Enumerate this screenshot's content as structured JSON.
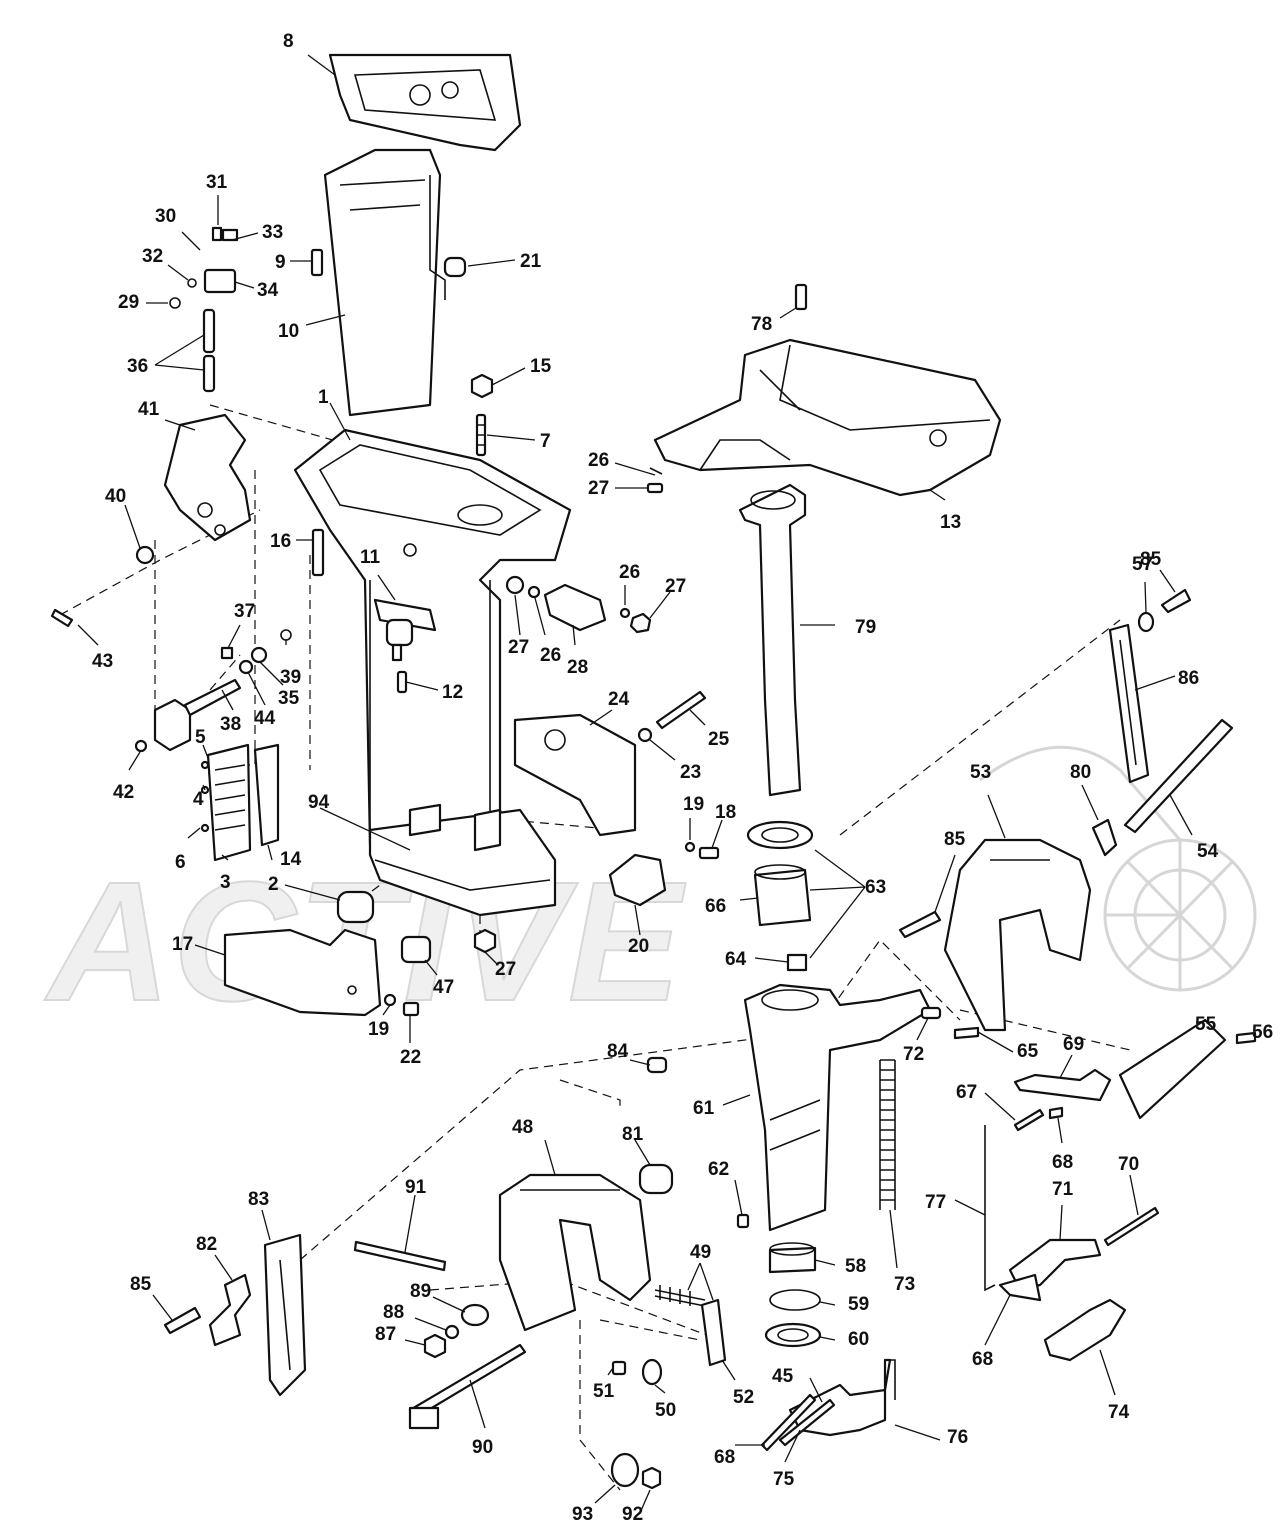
{
  "watermark": "ACTIVE",
  "callouts": [
    {
      "id": "c8",
      "label": "8"
    },
    {
      "id": "c31",
      "label": "31"
    },
    {
      "id": "c30",
      "label": "30"
    },
    {
      "id": "c33",
      "label": "33"
    },
    {
      "id": "c32",
      "label": "32"
    },
    {
      "id": "c9",
      "label": "9"
    },
    {
      "id": "c21",
      "label": "21"
    },
    {
      "id": "c29",
      "label": "29"
    },
    {
      "id": "c34",
      "label": "34"
    },
    {
      "id": "c10",
      "label": "10"
    },
    {
      "id": "c36",
      "label": "36"
    },
    {
      "id": "c78",
      "label": "78"
    },
    {
      "id": "c15",
      "label": "15"
    },
    {
      "id": "c41",
      "label": "41"
    },
    {
      "id": "c1",
      "label": "1"
    },
    {
      "id": "c7",
      "label": "7"
    },
    {
      "id": "c26a",
      "label": "26"
    },
    {
      "id": "c27a",
      "label": "27"
    },
    {
      "id": "c13",
      "label": "13"
    },
    {
      "id": "c40",
      "label": "40"
    },
    {
      "id": "c16",
      "label": "16"
    },
    {
      "id": "c11",
      "label": "11"
    },
    {
      "id": "c26b",
      "label": "26"
    },
    {
      "id": "c27b",
      "label": "27"
    },
    {
      "id": "c57",
      "label": "57"
    },
    {
      "id": "c85a",
      "label": "85"
    },
    {
      "id": "c43",
      "label": "43"
    },
    {
      "id": "c37",
      "label": "37"
    },
    {
      "id": "c27c",
      "label": "27"
    },
    {
      "id": "c26c",
      "label": "26"
    },
    {
      "id": "c28",
      "label": "28"
    },
    {
      "id": "c79",
      "label": "79"
    },
    {
      "id": "c39",
      "label": "39"
    },
    {
      "id": "c35",
      "label": "35"
    },
    {
      "id": "c44",
      "label": "44"
    },
    {
      "id": "c38",
      "label": "38"
    },
    {
      "id": "c12",
      "label": "12"
    },
    {
      "id": "c86",
      "label": "86"
    },
    {
      "id": "c24",
      "label": "24"
    },
    {
      "id": "c25",
      "label": "25"
    },
    {
      "id": "c5",
      "label": "5"
    },
    {
      "id": "c42",
      "label": "42"
    },
    {
      "id": "c23",
      "label": "23"
    },
    {
      "id": "c4",
      "label": "4"
    },
    {
      "id": "c53",
      "label": "53"
    },
    {
      "id": "c80",
      "label": "80"
    },
    {
      "id": "c19a",
      "label": "19"
    },
    {
      "id": "c18",
      "label": "18"
    },
    {
      "id": "c94",
      "label": "94"
    },
    {
      "id": "c85b",
      "label": "85"
    },
    {
      "id": "c6",
      "label": "6"
    },
    {
      "id": "c54",
      "label": "54"
    },
    {
      "id": "c3",
      "label": "3"
    },
    {
      "id": "c2",
      "label": "2"
    },
    {
      "id": "c14",
      "label": "14"
    },
    {
      "id": "c63",
      "label": "63"
    },
    {
      "id": "c66",
      "label": "66"
    },
    {
      "id": "c17",
      "label": "17"
    },
    {
      "id": "c20",
      "label": "20"
    },
    {
      "id": "c64",
      "label": "64"
    },
    {
      "id": "c47",
      "label": "47"
    },
    {
      "id": "c27d",
      "label": "27"
    },
    {
      "id": "c55",
      "label": "55"
    },
    {
      "id": "c56",
      "label": "56"
    },
    {
      "id": "c19b",
      "label": "19"
    },
    {
      "id": "c22",
      "label": "22"
    },
    {
      "id": "c84",
      "label": "84"
    },
    {
      "id": "c65",
      "label": "65"
    },
    {
      "id": "c72",
      "label": "72"
    },
    {
      "id": "c69",
      "label": "69"
    },
    {
      "id": "c67",
      "label": "67"
    },
    {
      "id": "c61",
      "label": "61"
    },
    {
      "id": "c68a",
      "label": "68"
    },
    {
      "id": "c48",
      "label": "48"
    },
    {
      "id": "c81",
      "label": "81"
    },
    {
      "id": "c62",
      "label": "62"
    },
    {
      "id": "c91",
      "label": "91"
    },
    {
      "id": "c83",
      "label": "83"
    },
    {
      "id": "c70",
      "label": "70"
    },
    {
      "id": "c71",
      "label": "71"
    },
    {
      "id": "c77",
      "label": "77"
    },
    {
      "id": "c49",
      "label": "49"
    },
    {
      "id": "c82",
      "label": "82"
    },
    {
      "id": "c58",
      "label": "58"
    },
    {
      "id": "c73",
      "label": "73"
    },
    {
      "id": "c85c",
      "label": "85"
    },
    {
      "id": "c89",
      "label": "89"
    },
    {
      "id": "c59",
      "label": "59"
    },
    {
      "id": "c88",
      "label": "88"
    },
    {
      "id": "c87",
      "label": "87"
    },
    {
      "id": "c60",
      "label": "60"
    },
    {
      "id": "c68b",
      "label": "68"
    },
    {
      "id": "c51",
      "label": "51"
    },
    {
      "id": "c52",
      "label": "52"
    },
    {
      "id": "c50",
      "label": "50"
    },
    {
      "id": "c45",
      "label": "45"
    },
    {
      "id": "c76",
      "label": "76"
    },
    {
      "id": "c74",
      "label": "74"
    },
    {
      "id": "c90",
      "label": "90"
    },
    {
      "id": "c68c",
      "label": "68"
    },
    {
      "id": "c75",
      "label": "75"
    },
    {
      "id": "c93",
      "label": "93"
    },
    {
      "id": "c92",
      "label": "92"
    }
  ]
}
